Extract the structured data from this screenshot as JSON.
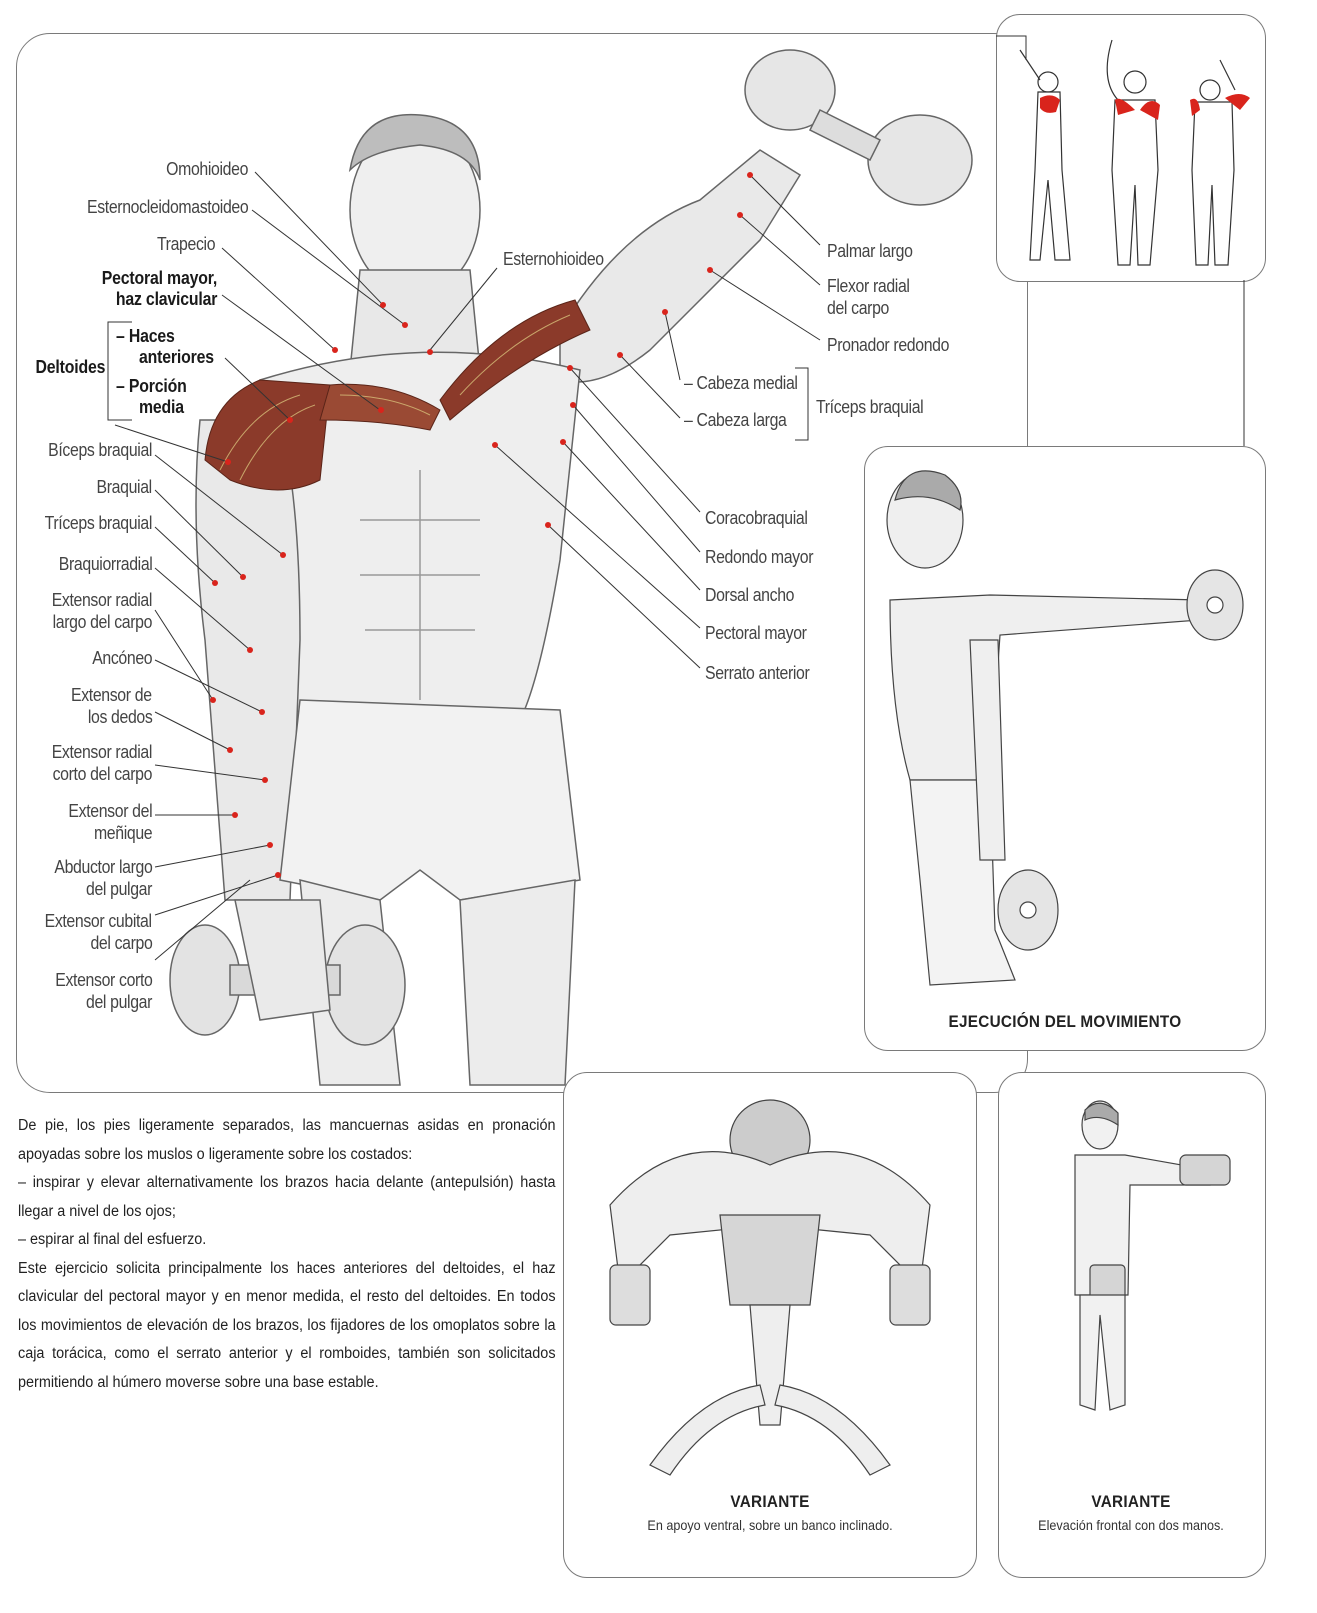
{
  "main_figure": {
    "labels_left": [
      {
        "text": "Omohioideo"
      },
      {
        "text": "Esternocleidomastoideo"
      },
      {
        "text": "Trapecio"
      },
      {
        "text": "Pectoral mayor,",
        "bold": true
      },
      {
        "text": "haz clavicular",
        "bold": true
      },
      {
        "text": "Bíceps braquial"
      },
      {
        "text": "Braquial"
      },
      {
        "text": "Tríceps braquial"
      },
      {
        "text": "Braquiorradial"
      },
      {
        "text": "Extensor radial"
      },
      {
        "text": "largo del carpo"
      },
      {
        "text": "Ancóneo"
      },
      {
        "text": "Extensor de"
      },
      {
        "text": "los dedos"
      },
      {
        "text": "Extensor radial"
      },
      {
        "text": "corto del carpo"
      },
      {
        "text": "Extensor del"
      },
      {
        "text": "meñique"
      },
      {
        "text": "Abductor largo"
      },
      {
        "text": "del pulgar"
      },
      {
        "text": "Extensor cubital"
      },
      {
        "text": "del carpo"
      },
      {
        "text": "Extensor corto"
      },
      {
        "text": "del pulgar"
      }
    ],
    "deltoides_group": {
      "label": "Deltoides",
      "parts": [
        "– Haces",
        "anteriores",
        "– Porción",
        "media"
      ]
    },
    "labels_right": [
      {
        "text": "Esternohioideo"
      },
      {
        "text": "Palmar largo"
      },
      {
        "text": "Flexor radial"
      },
      {
        "text": "del carpo"
      },
      {
        "text": "Pronador redondo"
      },
      {
        "text": "– Cabeza medial"
      },
      {
        "text": "– Cabeza larga"
      },
      {
        "text": "Tríceps braquial"
      },
      {
        "text": "Coracobraquial"
      },
      {
        "text": "Redondo mayor"
      },
      {
        "text": "Dorsal ancho"
      },
      {
        "text": "Pectoral mayor"
      },
      {
        "text": "Serrato anterior"
      }
    ],
    "highlight_color": "#8b3a2a",
    "dot_color": "#d9241c"
  },
  "panels": {
    "execution": {
      "title": "EJECUCIÓN DEL MOVIMIENTO"
    },
    "variant_bench": {
      "title": "VARIANTE",
      "subtitle": "En apoyo ventral, sobre un banco inclinado."
    },
    "variant_two_hands": {
      "title": "VARIANTE",
      "subtitle": "Elevación frontal con dos manos."
    }
  },
  "description": {
    "paragraphs": [
      "De pie, los pies ligeramente separados, las mancuernas asidas en pronación apoyadas sobre los muslos o ligeramente sobre los costados:",
      "– inspirar y elevar alternativamente los brazos hacia delante (antepulsión) hasta llegar a nivel de los ojos;",
      "– espirar al final del esfuerzo.",
      "Este ejercicio solicita principalmente los haces anteriores del deltoides, el haz clavicular del pectoral mayor y en menor medida, el resto del deltoides. En todos los movimientos de elevación de los brazos, los fijadores de los omoplatos sobre la caja torácica, como el serrato anterior y el romboides, también son solicitados permitiendo al húmero moverse sobre una base estable."
    ]
  }
}
